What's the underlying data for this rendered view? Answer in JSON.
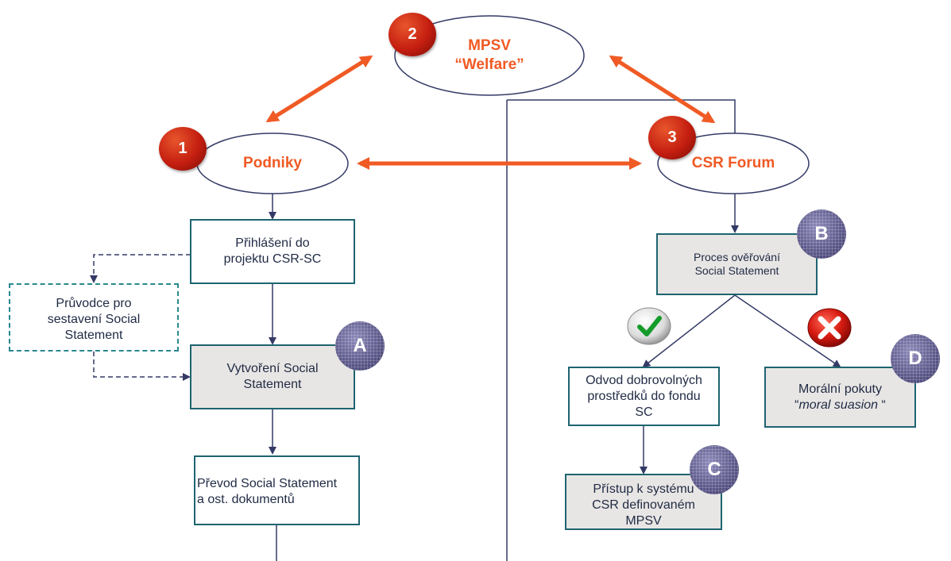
{
  "nodes": {
    "mpsv": {
      "line1": "MPSV",
      "line2": "“Welfare”",
      "badge": "2"
    },
    "podniky": {
      "label": "Podniky",
      "badge": "1"
    },
    "csr_forum": {
      "label": "CSR Forum",
      "badge": "3"
    }
  },
  "boxes": {
    "prihlaseni": {
      "line1": "Přihlášení do",
      "line2": "projektu CSR-SC"
    },
    "pruvodce": {
      "line1": "Průvodce pro",
      "line2": "sestavení Social",
      "line3": "Statement"
    },
    "vytvoreni": {
      "line1": "Vytvoření Social",
      "line2": "Statement",
      "badge": "A"
    },
    "prevod": {
      "line1": "Převod Social Statement",
      "line2": "a ost.  dokumentů"
    },
    "proces": {
      "line1": "Proces ověřování",
      "line2": "Social Statement",
      "badge": "B"
    },
    "odvod": {
      "line1": "Odvod dobrovolných",
      "line2": "prostředků do fondu",
      "line3": "SC"
    },
    "pristup": {
      "line1": "Přístup k systému",
      "line2": "CSR definovaném",
      "line3": "MPSV",
      "badge": "C"
    },
    "moralni": {
      "line1": "Morální pokuty",
      "line2_prefix": "“",
      "line2_italic": "moral suasion",
      "line2_suffix": " “",
      "badge": "D"
    }
  },
  "icons": {
    "approve": "checkmark-icon",
    "reject": "cross-icon"
  },
  "colors": {
    "accent_orange": "#f05a24",
    "badge_red": "#c41e10",
    "box_border": "#1e6470",
    "connector": "#343a66",
    "badge_purple": "#5a5688",
    "grey_fill": "#e8e6e4"
  }
}
